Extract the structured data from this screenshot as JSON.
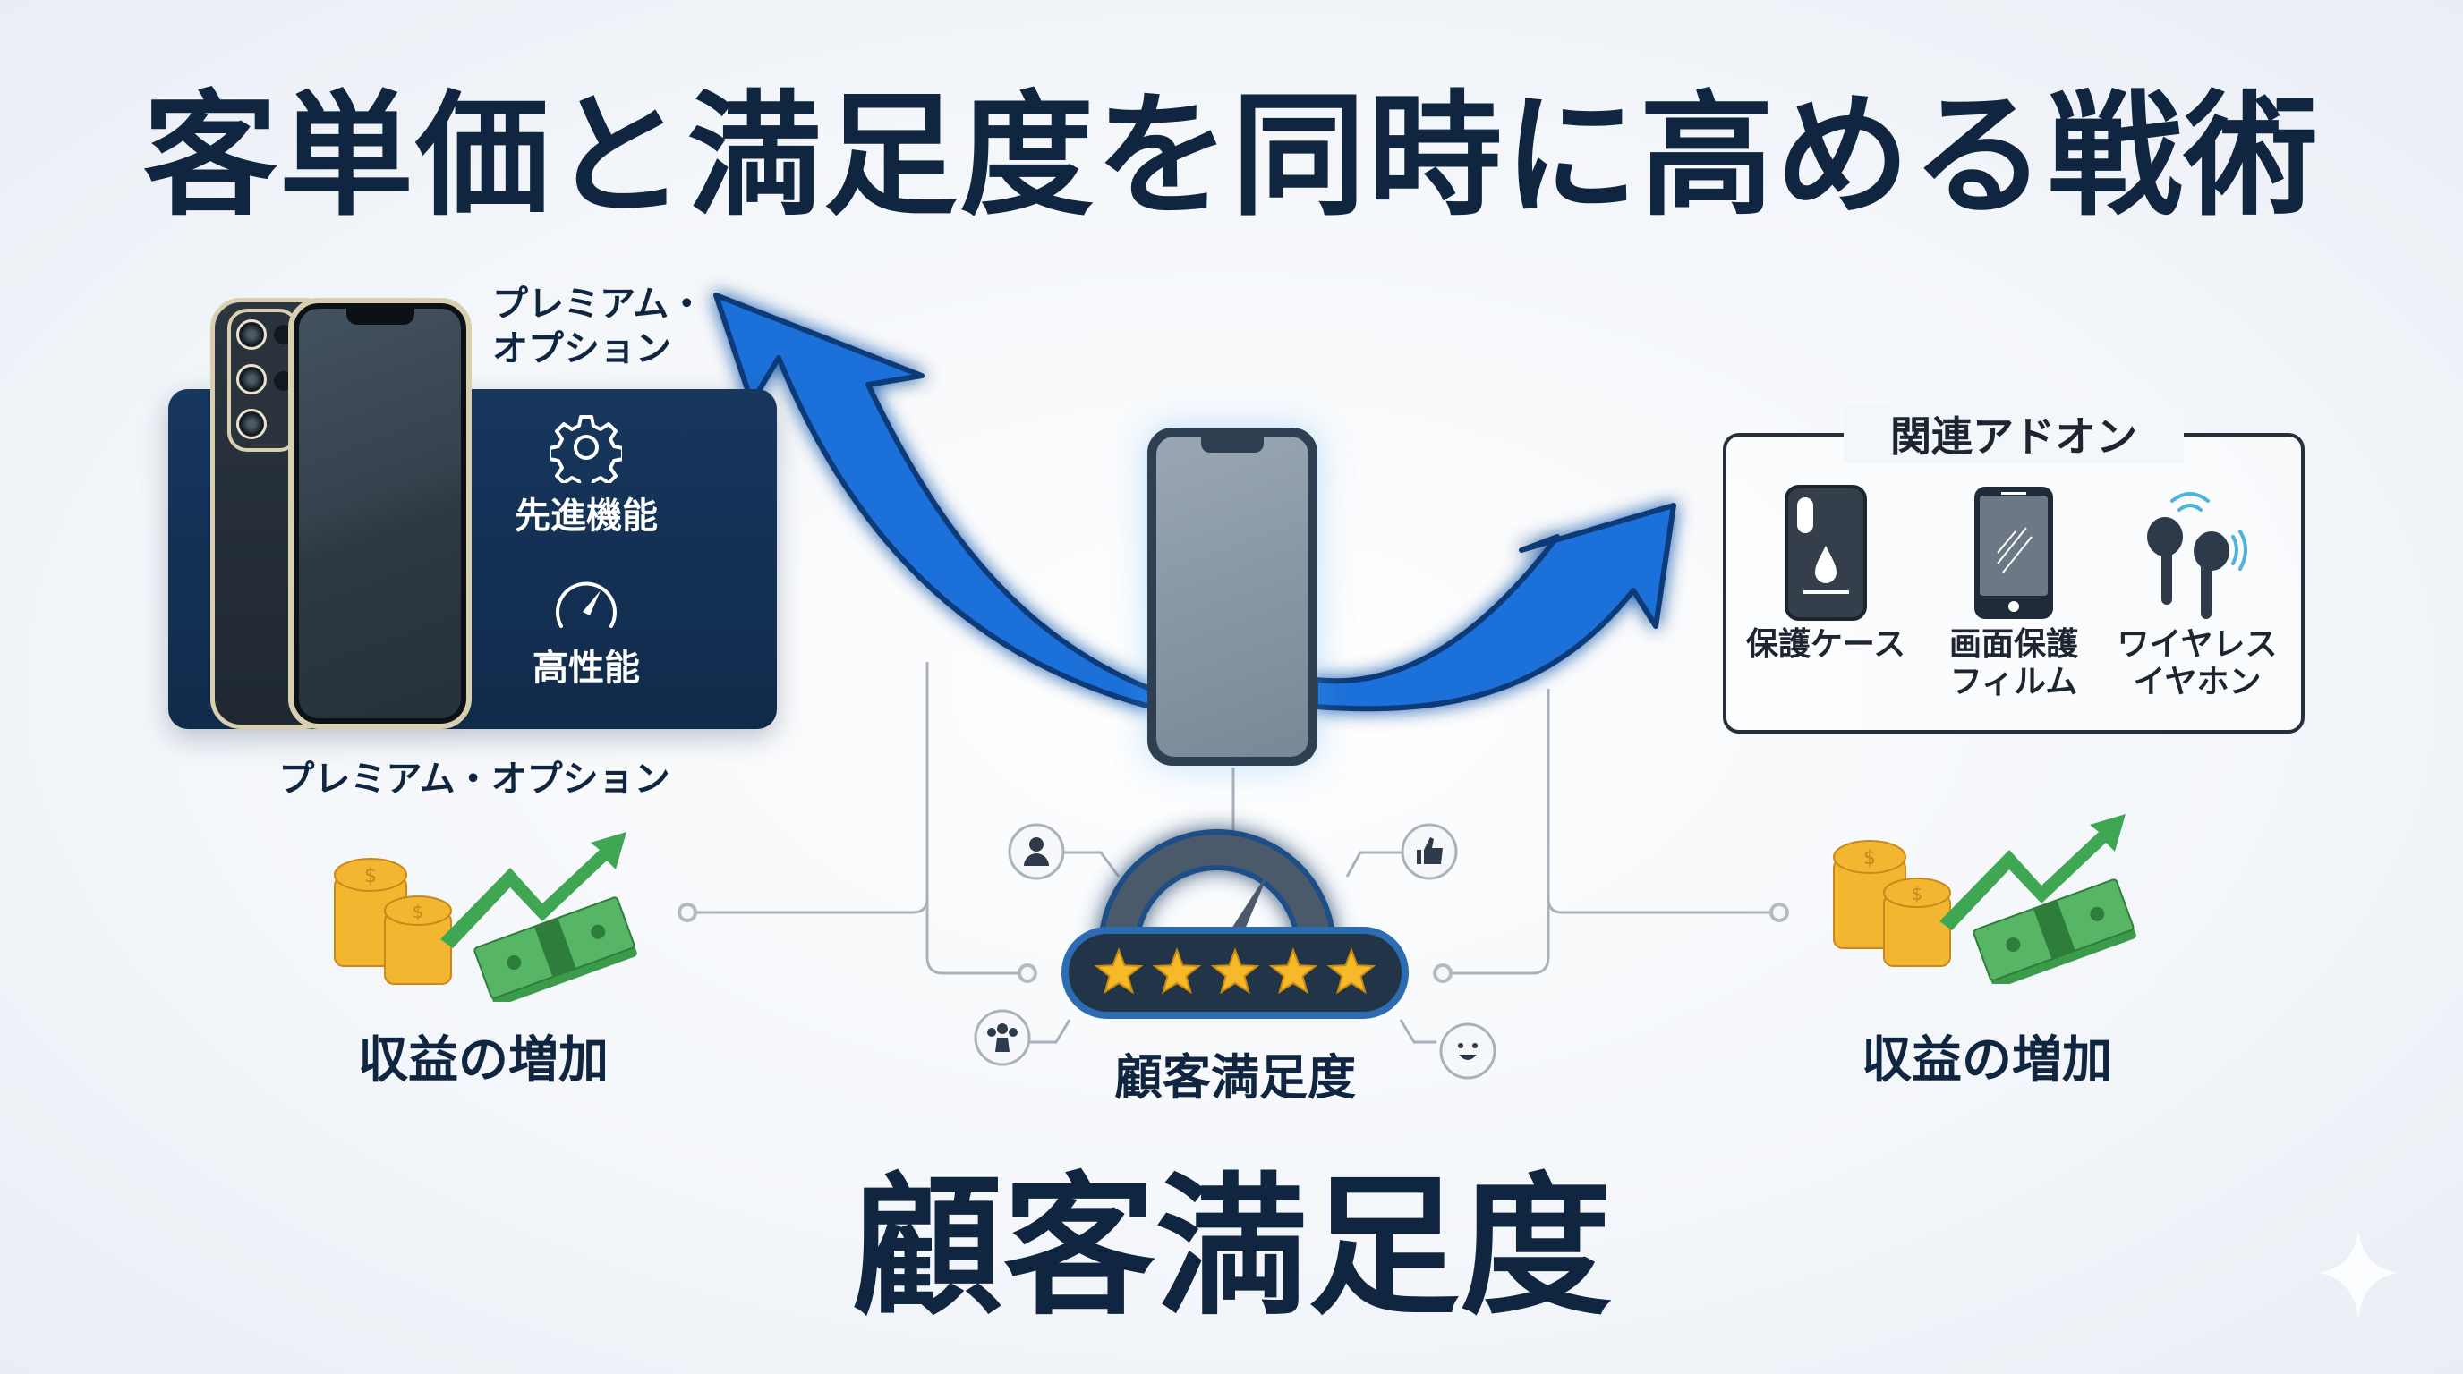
{
  "title": "客単価と満足度を同時に高める戦術",
  "premium": {
    "label_top_line1": "プレミアム・",
    "label_top_line2": "オプション",
    "features": [
      {
        "icon": "gear-icon",
        "label": "先進機能"
      },
      {
        "icon": "speedometer-icon",
        "label": "高性能"
      }
    ],
    "label_bottom": "プレミアム・オプション"
  },
  "addons": {
    "title": "関連アドオン",
    "items": [
      {
        "icon": "protective-case-icon",
        "line1": "保護ケース",
        "line2": ""
      },
      {
        "icon": "screen-protector-icon",
        "line1": "画面保護",
        "line2": "フィルム"
      },
      {
        "icon": "wireless-earbuds-icon",
        "line1": "ワイヤレス",
        "line2": "イヤホン"
      }
    ]
  },
  "revenue_left": {
    "label": "収益の増加",
    "icon": "revenue-growth-icon"
  },
  "revenue_right": {
    "label": "収益の増加",
    "icon": "revenue-growth-icon"
  },
  "satisfaction": {
    "label": "顧客満足度",
    "rating_stars": 5,
    "rating_max": 5,
    "satellite_icons": [
      "person-icon",
      "thumbs-up-icon",
      "group-icon",
      "smiley-icon"
    ]
  },
  "bottom_title": "顧客満足度",
  "colors": {
    "navy_text": "#10253f",
    "panel_navy": "#17375e",
    "arrow_blue": "#1f6fd6",
    "arrow_glow": "#5fc3ff",
    "money_green": "#3fa653",
    "coin_gold": "#f2b631",
    "star_gold": "#f6b92a"
  }
}
